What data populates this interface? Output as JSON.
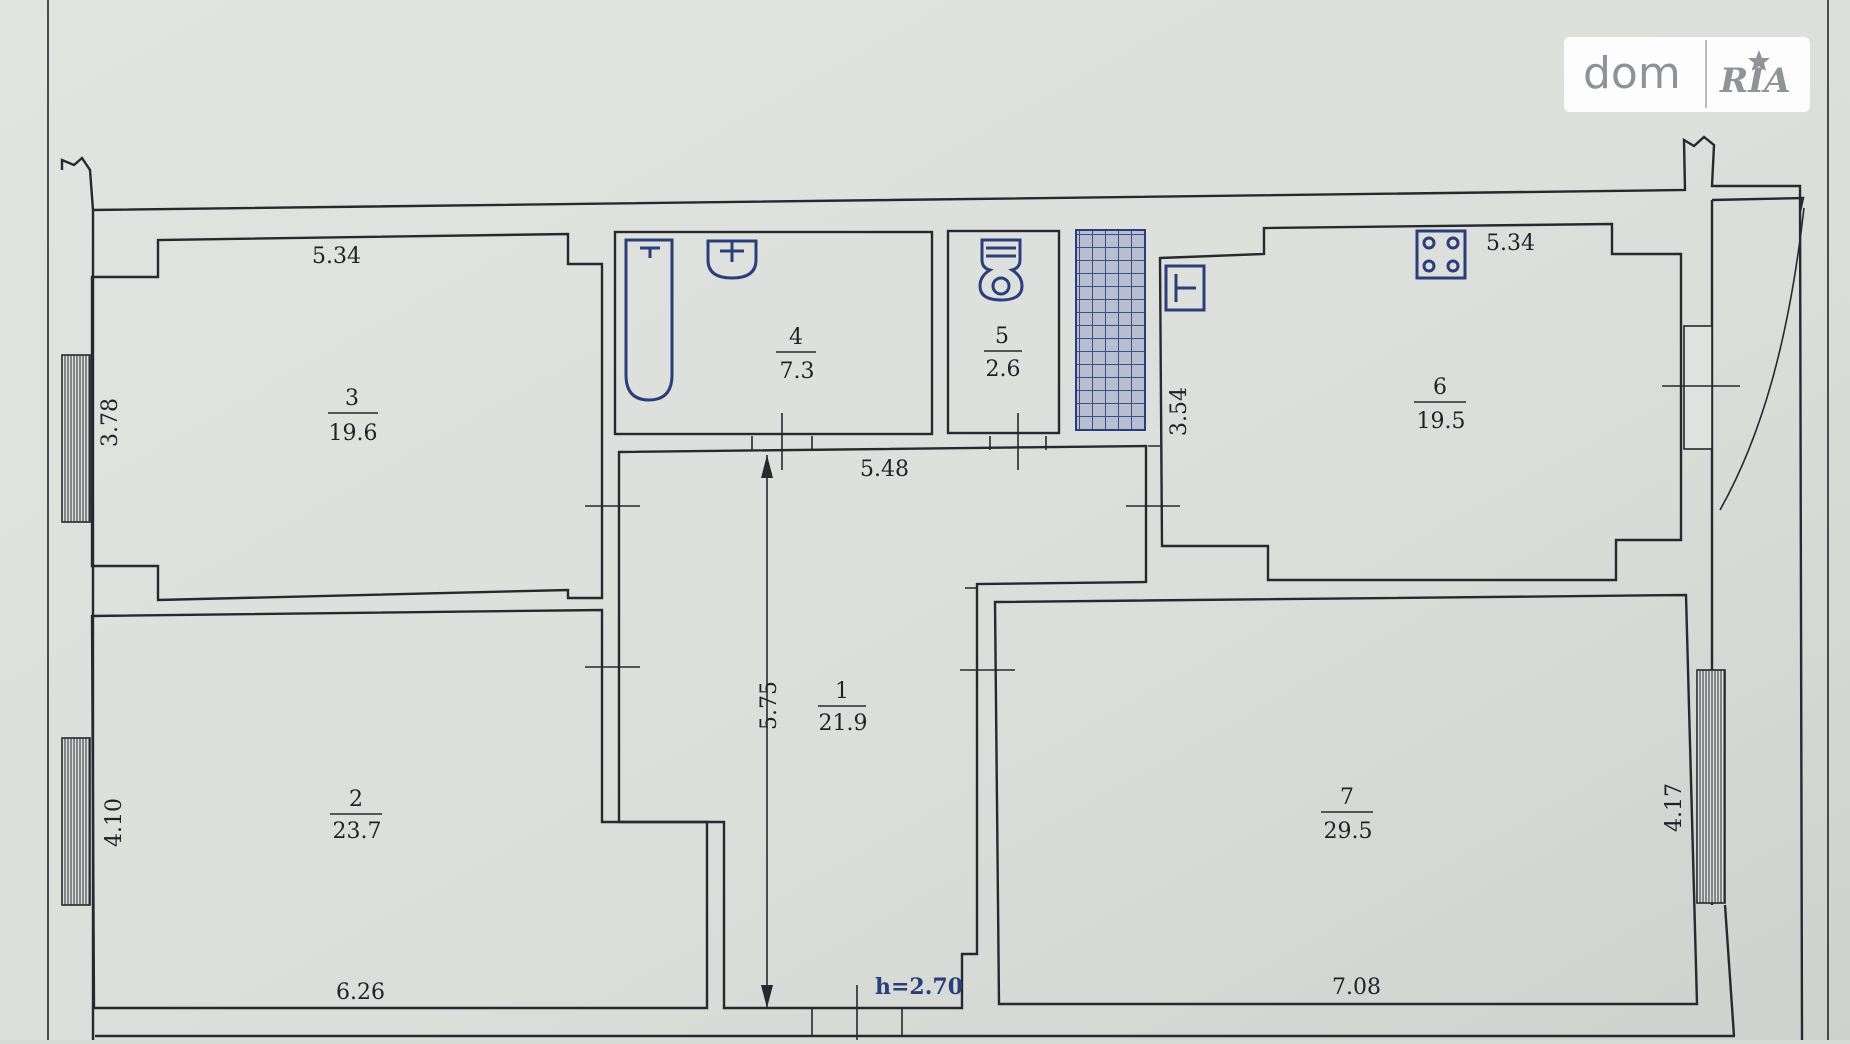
{
  "watermark": {
    "dom": "dom",
    "ria": "RIA"
  },
  "rooms": [
    {
      "number": "1",
      "area": "21.9"
    },
    {
      "number": "2",
      "area": "23.7"
    },
    {
      "number": "3",
      "area": "19.6"
    },
    {
      "number": "4",
      "area": "7.3"
    },
    {
      "number": "5",
      "area": "2.6"
    },
    {
      "number": "6",
      "area": "19.5"
    },
    {
      "number": "7",
      "area": "29.5"
    }
  ],
  "dimensions": {
    "room3_width": "5.34",
    "room3_height": "3.78",
    "room2_height": "4.10",
    "room2_width": "6.26",
    "hall_width": "5.48",
    "hall_length": "5.75",
    "room6_width": "5.34",
    "room6_height": "3.54",
    "room7_height": "4.17",
    "room7_width": "7.08"
  },
  "ceiling_height": "h=2.70",
  "colors": {
    "paper": "#e4e6e3",
    "lines": "#26292e",
    "fixtures": "#2a3f7a"
  }
}
